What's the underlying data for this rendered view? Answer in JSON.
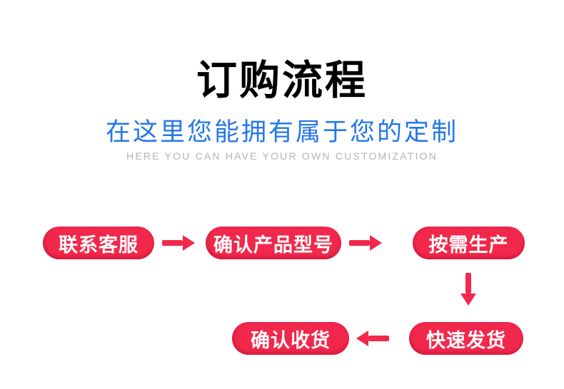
{
  "header": {
    "title": "订购流程",
    "subtitle": "在这里您能拥有属于您的定制",
    "subtitle_en": "HERE YOU CAN HAVE YOUR OWN CUSTOMIZATION"
  },
  "colors": {
    "background": "#FFFFFF",
    "title_black": "#000000",
    "subtitle_blue": "#2577E9",
    "subtitle_en_gray": "#B3B3B3",
    "pill_red": "#F1284B",
    "pill_text_white": "#FFFFFF",
    "arrow_red": "#F1284B"
  },
  "flow": {
    "steps": [
      {
        "label": "联系客服"
      },
      {
        "label": "确认产品型号"
      },
      {
        "label": "按需生产"
      },
      {
        "label": "快速发货"
      },
      {
        "label": "确认收货"
      }
    ],
    "arrows": [
      {
        "from": "联系客服",
        "to": "确认产品型号",
        "direction": "right"
      },
      {
        "from": "确认产品型号",
        "to": "按需生产",
        "direction": "right"
      },
      {
        "from": "按需生产",
        "to": "快速发货",
        "direction": "down"
      },
      {
        "from": "快速发货",
        "to": "确认收货",
        "direction": "left"
      }
    ]
  }
}
